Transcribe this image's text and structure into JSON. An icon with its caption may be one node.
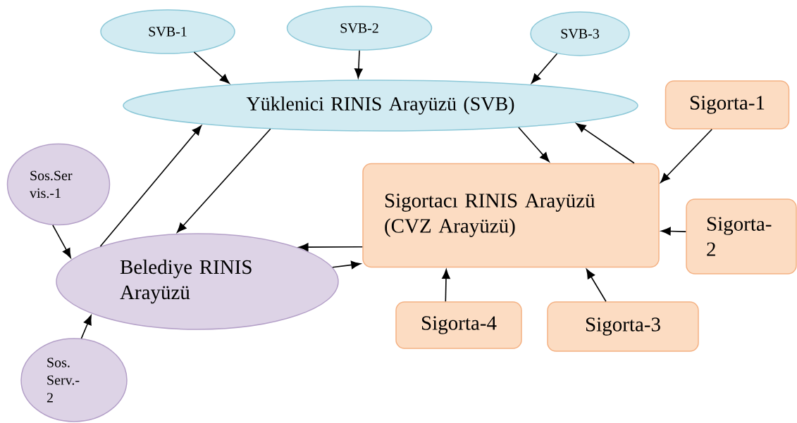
{
  "diagram": {
    "nodes": [
      {
        "text": [
          "SVB-1"
        ]
      },
      {
        "text": [
          "SVB-2"
        ]
      },
      {
        "text": [
          "SVB-3"
        ]
      },
      {
        "text": [
          "Yüklenici RINIS Arayüzü (SVB)"
        ]
      },
      {
        "text": [
          "Sigorta-1"
        ]
      },
      {
        "text": [
          "Sos.Ser vis.-1"
        ]
      },
      {
        "text": [
          "Sigortacı RINIS Arayüzü (CVZ Arayüzü)"
        ]
      },
      {
        "text": [
          "Sigorta-2"
        ]
      },
      {
        "text": [
          "Belediye RINIS Arayüzü"
        ]
      },
      {
        "text": [
          "Sigorta-4"
        ]
      },
      {
        "text": [
          "Sigorta-3"
        ]
      },
      {
        "text": [
          "Sos. Serv.-2"
        ]
      }
    ],
    "edges": [
      {
        "from": 0,
        "to": 3,
        "arrow": "to"
      },
      {
        "from": 1,
        "to": 3,
        "arrow": "to"
      },
      {
        "from": 2,
        "to": 3,
        "arrow": "to"
      },
      {
        "from": 3,
        "to": 6,
        "arrow": "to"
      },
      {
        "from": 6,
        "to": 3,
        "arrow": "to"
      },
      {
        "from": 8,
        "to": 3,
        "arrow": "to"
      },
      {
        "from": 3,
        "to": 8,
        "arrow": "to"
      },
      {
        "from": 4,
        "to": 6,
        "arrow": "to"
      },
      {
        "from": 5,
        "to": 8,
        "arrow": "to"
      },
      {
        "from": 6,
        "to": 8,
        "arrow": "to"
      },
      {
        "from": 8,
        "to": 6,
        "arrow": "to"
      },
      {
        "from": 7,
        "to": 6,
        "arrow": "to"
      },
      {
        "from": 9,
        "to": 6,
        "arrow": "to"
      },
      {
        "from": 10,
        "to": 6,
        "arrow": "to"
      },
      {
        "from": 11,
        "to": 8,
        "arrow": "to"
      }
    ]
  }
}
